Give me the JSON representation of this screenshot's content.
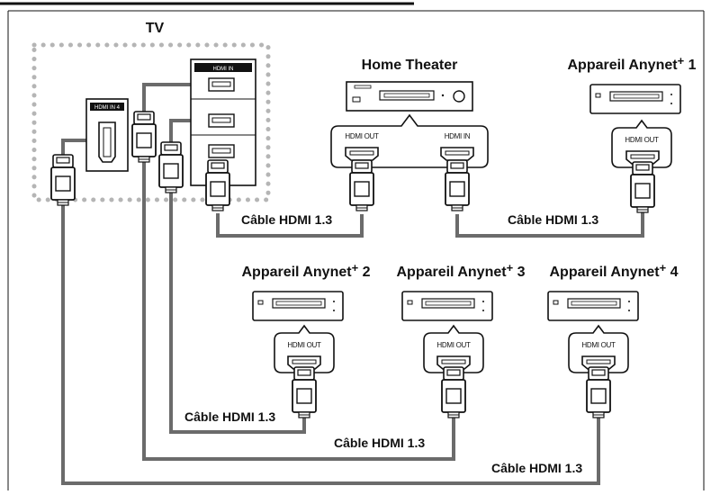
{
  "tv": {
    "label": "TV",
    "ports": [
      "HDMI IN",
      "HDMI IN 4"
    ]
  },
  "home_theater": {
    "label": "Home Theater",
    "out_label": "HDMI OUT",
    "in_label": "HDMI IN"
  },
  "devices": [
    {
      "prefix": "Appareil Anynet",
      "sup": "+",
      "num": " 1",
      "out_label": "HDMI OUT"
    },
    {
      "prefix": "Appareil Anynet",
      "sup": "+",
      "num": " 2",
      "out_label": "HDMI OUT"
    },
    {
      "prefix": "Appareil Anynet",
      "sup": "+",
      "num": " 3",
      "out_label": "HDMI OUT"
    },
    {
      "prefix": "Appareil Anynet",
      "sup": "+",
      "num": " 4",
      "out_label": "HDMI OUT"
    }
  ],
  "cables": [
    "Câble HDMI 1.3",
    "Câble HDMI 1.3",
    "Câble HDMI 1.3",
    "Câble HDMI 1.3",
    "Câble HDMI 1.3"
  ],
  "colors": {
    "cable": "#6b6b6b",
    "dots": "#b5b5b5",
    "outline": "#111111"
  }
}
